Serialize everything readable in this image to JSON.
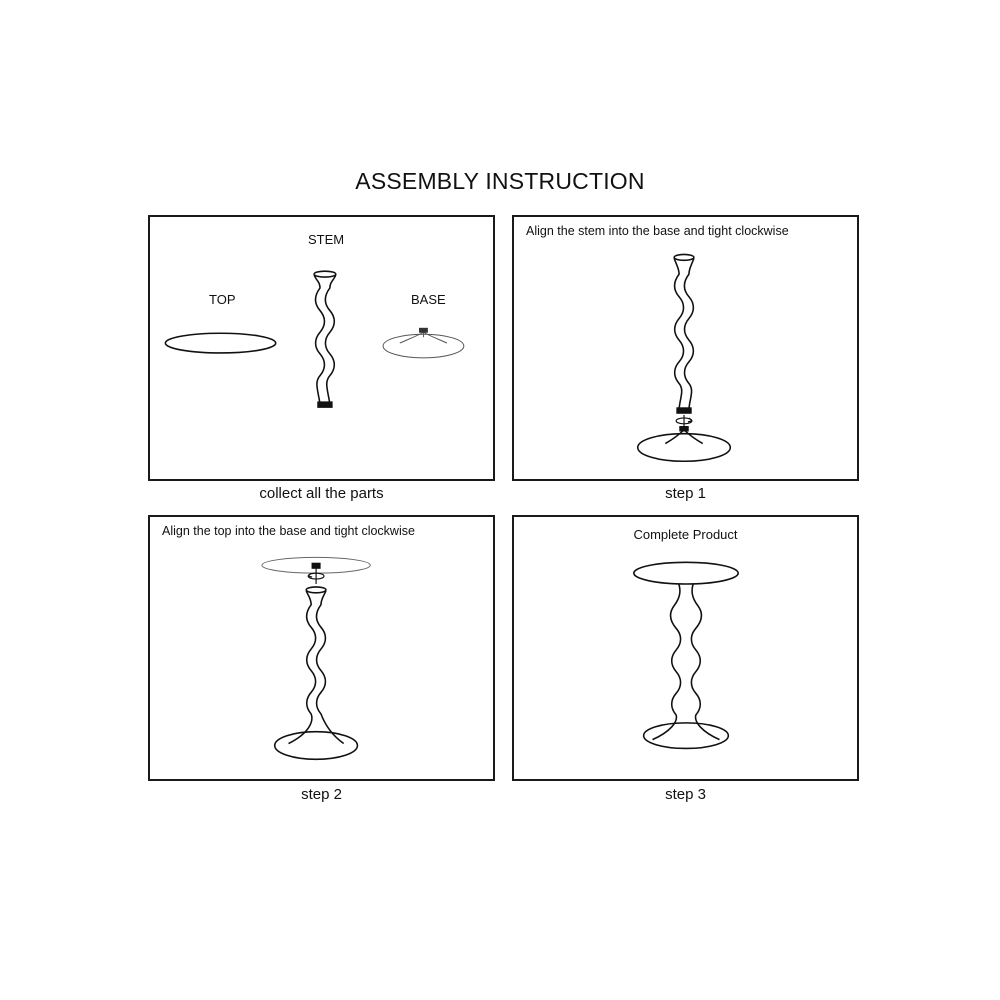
{
  "title": "ASSEMBLY INSTRUCTION",
  "panels": [
    {
      "caption": "collect all the parts",
      "labels": {
        "stem": "STEM",
        "top": "TOP",
        "base": "BASE"
      }
    },
    {
      "caption": "step 1",
      "instruction": "Align the stem into the base and tight clockwise"
    },
    {
      "caption": "step 2",
      "instruction": "Align the top into the base and tight clockwise"
    },
    {
      "caption": "step 3",
      "heading": "Complete Product"
    }
  ]
}
